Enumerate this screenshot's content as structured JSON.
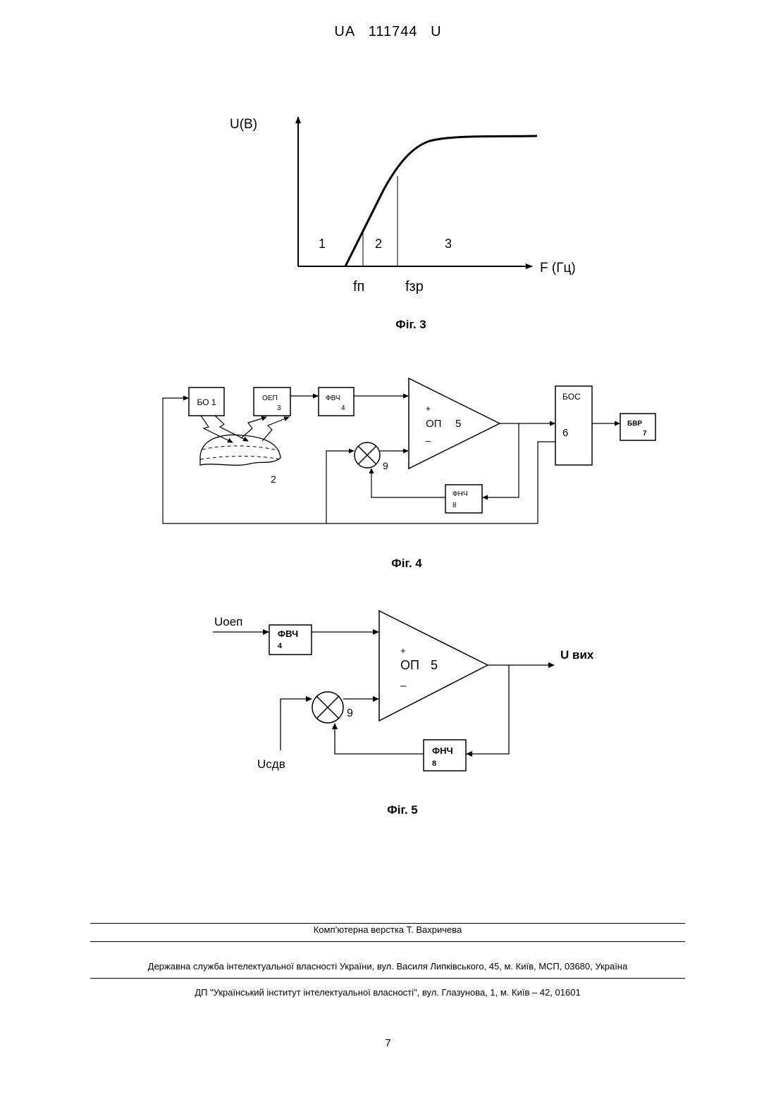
{
  "header": {
    "country": "UA",
    "number": "111744",
    "kind": "U"
  },
  "fig3": {
    "caption": "Фіг. 3",
    "y_label": "U(В)",
    "x_label": "F (Гц)",
    "zones": [
      "1",
      "2",
      "3"
    ],
    "ticks": [
      "fп",
      "fзр"
    ]
  },
  "fig4": {
    "caption": "Фіг. 4",
    "blocks": {
      "bo": "БО 1",
      "oep_name": "ОЕП",
      "oep_num": "3",
      "fvch_name": "ФВЧ",
      "fvch_num": "4",
      "opamp_plus": "+",
      "opamp_name": "ОП",
      "opamp_num": "5",
      "opamp_minus": "–",
      "bos_name": "БОС",
      "bos_num": "6",
      "bvr_name": "БВР",
      "bvr_num": "7",
      "fnch_name": "ФНЧ",
      "fnch_num": "8",
      "mixer_num": "9",
      "object_num": "2"
    }
  },
  "fig5": {
    "caption": "Фіг. 5",
    "input_top": "Uоеп",
    "input_bottom": "Uсдв",
    "output": "U вих",
    "blocks": {
      "fvch_name": "ФВЧ",
      "fvch_num": "4",
      "opamp_plus": "+",
      "opamp_name": "ОП",
      "opamp_num": "5",
      "opamp_minus": "–",
      "fnch_name": "ФНЧ",
      "fnch_num": "8",
      "mixer_num": "9"
    }
  },
  "footer": {
    "typesetting": "Комп’ютерна верстка Т. Вахричева",
    "service": "Державна служба інтелектуальної власності України, вул. Василя Липківського, 45, м. Київ, МСП, 03680, Україна",
    "institute": "ДП \"Український інститут інтелектуальної власності\", вул. Глазунова, 1, м. Київ – 42, 01601",
    "page_number": "7"
  }
}
